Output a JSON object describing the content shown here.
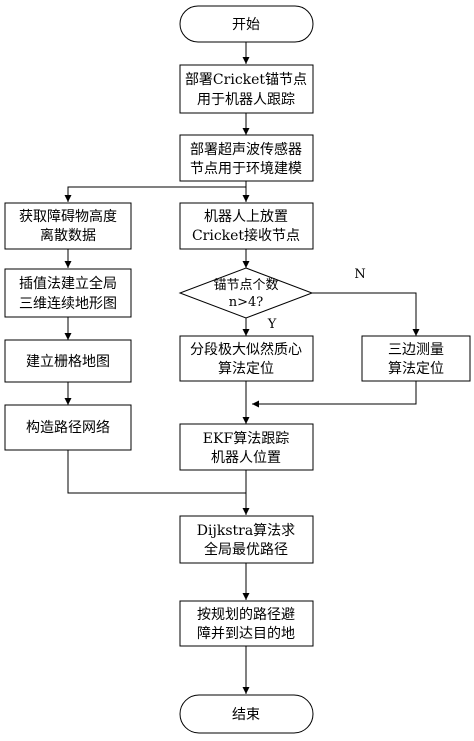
{
  "nodes": {
    "start": "开始",
    "deploy_cricket_1": "部署Cricket锚节点",
    "deploy_cricket_2": "用于机器人跟踪",
    "deploy_ultra_1": "部署超声波传感器",
    "deploy_ultra_2": "节点用于环境建模",
    "obstacle_1": "获取障碍物高度",
    "obstacle_2": "离散数据",
    "robot_recv_1": "机器人上放置",
    "robot_recv_2": "Cricket接收节点",
    "interp_1": "插值法建立全局",
    "interp_2": "三维连续地形图",
    "anchor_q_1": "锚节点个数",
    "anchor_q_2": "n>4?",
    "grid_map": "建立栅格地图",
    "mle_1": "分段极大似然质心",
    "mle_2": "算法定位",
    "trilat_1": "三边测量",
    "trilat_2": "算法定位",
    "path_net": "构造路径网络",
    "ekf_1": "EKF算法跟踪",
    "ekf_2": "机器人位置",
    "dijkstra_1": "Dijkstra算法求",
    "dijkstra_2": "全局最优路径",
    "avoid_1": "按规划的路径避",
    "avoid_2": "障并到达目的地",
    "end": "结束"
  },
  "edge_labels": {
    "yes": "Y",
    "no": "N"
  }
}
